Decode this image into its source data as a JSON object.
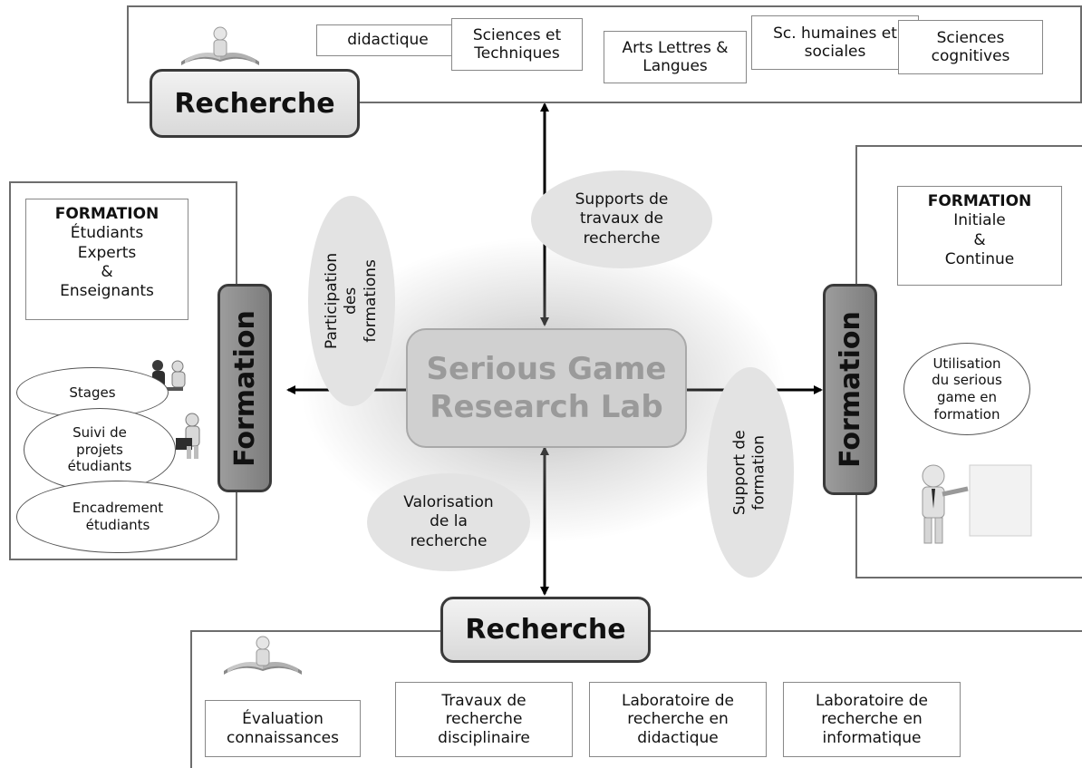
{
  "top_panel": {
    "label": "Recherche",
    "disciplines": [
      "didactique",
      "Sciences et\nTechniques",
      "Arts Lettres &\nLangues",
      "Sc. humaines et\nsociales",
      "Sciences\ncognitives"
    ]
  },
  "left_panel": {
    "label": "Formation",
    "info_title": "FORMATION",
    "info_text": "Étudiants\nExperts\n&\nEnseignants",
    "bubbles": [
      "Stages",
      "Suivi de\nprojets\nétudiants",
      "Encadrement\nétudiants"
    ]
  },
  "right_panel": {
    "label": "Formation",
    "info_title": "FORMATION",
    "info_text": "Initiale\n&\nContinue",
    "bubble": "Utilisation\ndu serious\ngame en\nformation"
  },
  "bottom_panel": {
    "label": "Recherche",
    "boxes": [
      "Évaluation\nconnaissances",
      "Travaux de\nrecherche\ndisciplinaire",
      "Laboratoire de\nrecherche en\ndidactique",
      "Laboratoire de\nrecherche en\ninformatique"
    ]
  },
  "center": {
    "title": "Serious Game\nResearch Lab"
  },
  "links": {
    "top": "Supports de\ntravaux de\nrecherche",
    "left": "Participation\ndes\nformations",
    "right": "Support de\nformation",
    "bottom": "Valorisation\nde la\nrecherche"
  }
}
